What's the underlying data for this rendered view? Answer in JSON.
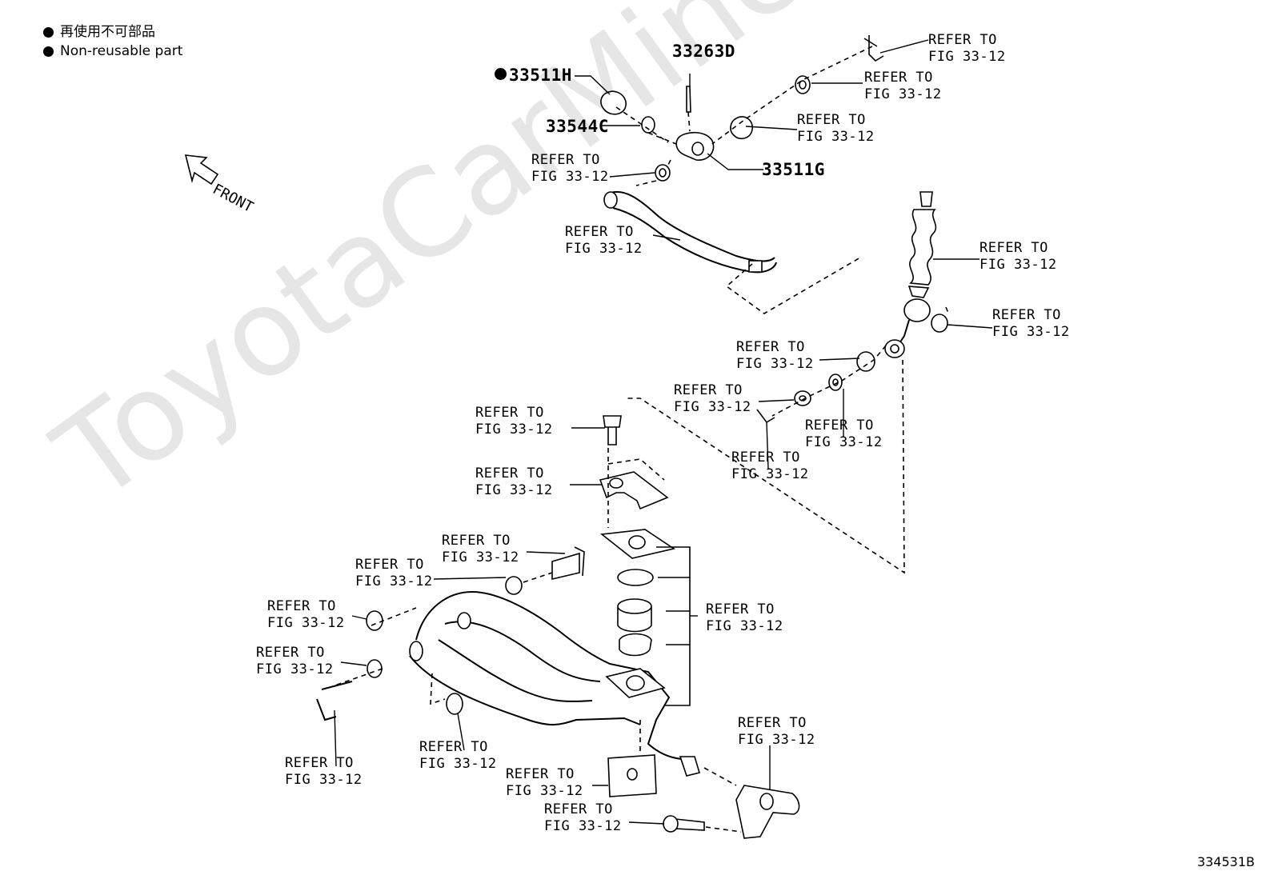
{
  "legend": {
    "line1": "再使用不可部品",
    "line2": "Non-reusable part"
  },
  "direction": {
    "text": "FRONT"
  },
  "watermark": "ToyotaCarMine.ru",
  "reference_code": "334531B",
  "part_numbers": {
    "p33263D": "33263D",
    "p33511H": "33511H",
    "p33544C": "33544C",
    "p33511G": "33511G"
  },
  "refer_label": "REFER TO\nFIG 33-12"
}
